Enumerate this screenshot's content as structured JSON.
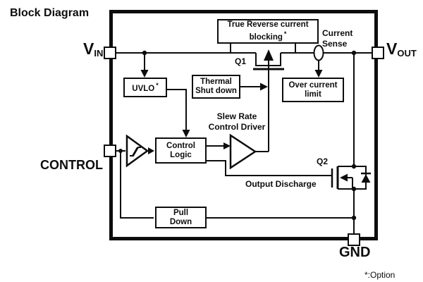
{
  "page": {
    "title": "Block Diagram",
    "footnote": "*:Option",
    "ink_color": "#0d0d0d",
    "background_color": "#ffffff"
  },
  "pins": {
    "vin": {
      "v": "V",
      "sub": "IN"
    },
    "vout": {
      "v": "V",
      "sub": "OUT"
    },
    "control": "CONTROL",
    "gnd": "GND"
  },
  "blocks": {
    "reverse_blocking": {
      "line1": "True Reverse current",
      "line2": "blocking",
      "asterisk": "*"
    },
    "uvlo": {
      "label": "UVLO",
      "asterisk": "*"
    },
    "thermal": {
      "line1": "Thermal",
      "line2": "Shut down"
    },
    "over_current": {
      "line1": "Over current",
      "line2": "limit"
    },
    "control_logic": {
      "line1": "Control",
      "line2": "Logic"
    },
    "pull_down": {
      "line1": "Pull",
      "line2": "Down"
    }
  },
  "labels": {
    "current_sense_line1": "Current",
    "current_sense_line2": "Sense",
    "q1": "Q1",
    "q2": "Q2",
    "slew_line1": "Slew Rate",
    "slew_line2": "Control Driver",
    "output_discharge": "Output Discharge"
  },
  "symbols": {
    "q1": "nmos-pass-transistor",
    "q2": "nmos-transistor-with-body-diode",
    "sense_element": "current-sense-ellipse",
    "input_buffer": "schmitt-trigger",
    "driver": "amplifier-triangle"
  }
}
